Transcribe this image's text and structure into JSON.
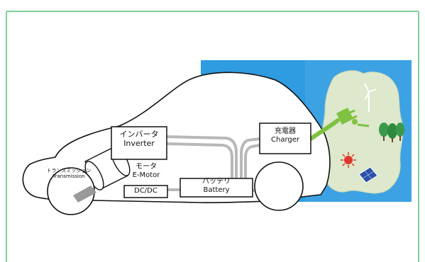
{
  "components": {
    "inverter": {
      "ja": "インバータ",
      "en": "Inverter"
    },
    "motor": {
      "ja": "モータ",
      "en": "E-Motor"
    },
    "transmission": {
      "ja": "トランスミッション",
      "en": "Transmission"
    },
    "dcdc": {
      "en": "DC/DC"
    },
    "battery": {
      "ja": "バッテリ",
      "en": "Battery"
    },
    "charger": {
      "ja": "充電器",
      "en": "Charger"
    }
  },
  "icons": [
    "wind-turbine-icon",
    "trees-icon",
    "sun-icon",
    "solar-panel-icon",
    "charging-plug-icon"
  ],
  "colors": {
    "border": "#7fd19a",
    "map_background": "#2f9be0",
    "island": "#dde8cc",
    "plug": "#7fc241",
    "cable": "#b8b8b8",
    "outline": "#111111"
  }
}
